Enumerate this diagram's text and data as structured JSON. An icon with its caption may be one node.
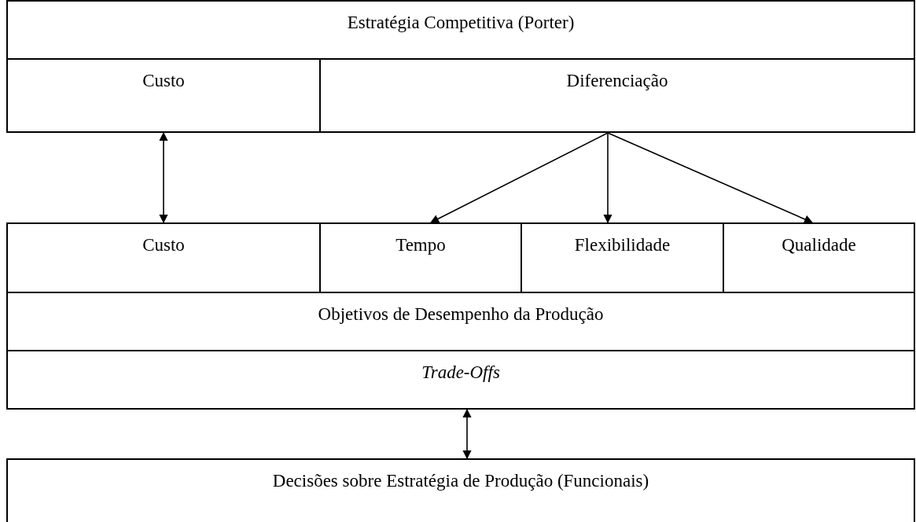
{
  "diagram": {
    "nodes": [
      {
        "text": [
          "Estratégia Competitiva (Porter)"
        ]
      },
      {
        "text": [
          "Custo"
        ]
      },
      {
        "text": [
          "Diferenciação"
        ]
      },
      {
        "text": [
          "Custo"
        ]
      },
      {
        "text": [
          "Tempo"
        ]
      },
      {
        "text": [
          "Flexibilidade"
        ]
      },
      {
        "text": [
          "Qualidade"
        ]
      },
      {
        "text": [
          "Objetivos de Desempenho da Produção"
        ]
      },
      {
        "text": [
          "Trade-Offs"
        ]
      },
      {
        "text": [
          "Decisões sobre Estratégia de Produção (Funcionais)"
        ]
      }
    ],
    "edges": [
      {
        "from": 1,
        "to": 3,
        "arrow": "both"
      },
      {
        "from": 2,
        "to": 4,
        "arrow": "to"
      },
      {
        "from": 2,
        "to": 5,
        "arrow": "to"
      },
      {
        "from": 2,
        "to": 6,
        "arrow": "to"
      },
      {
        "from": 8,
        "to": 9,
        "arrow": "both"
      }
    ]
  }
}
